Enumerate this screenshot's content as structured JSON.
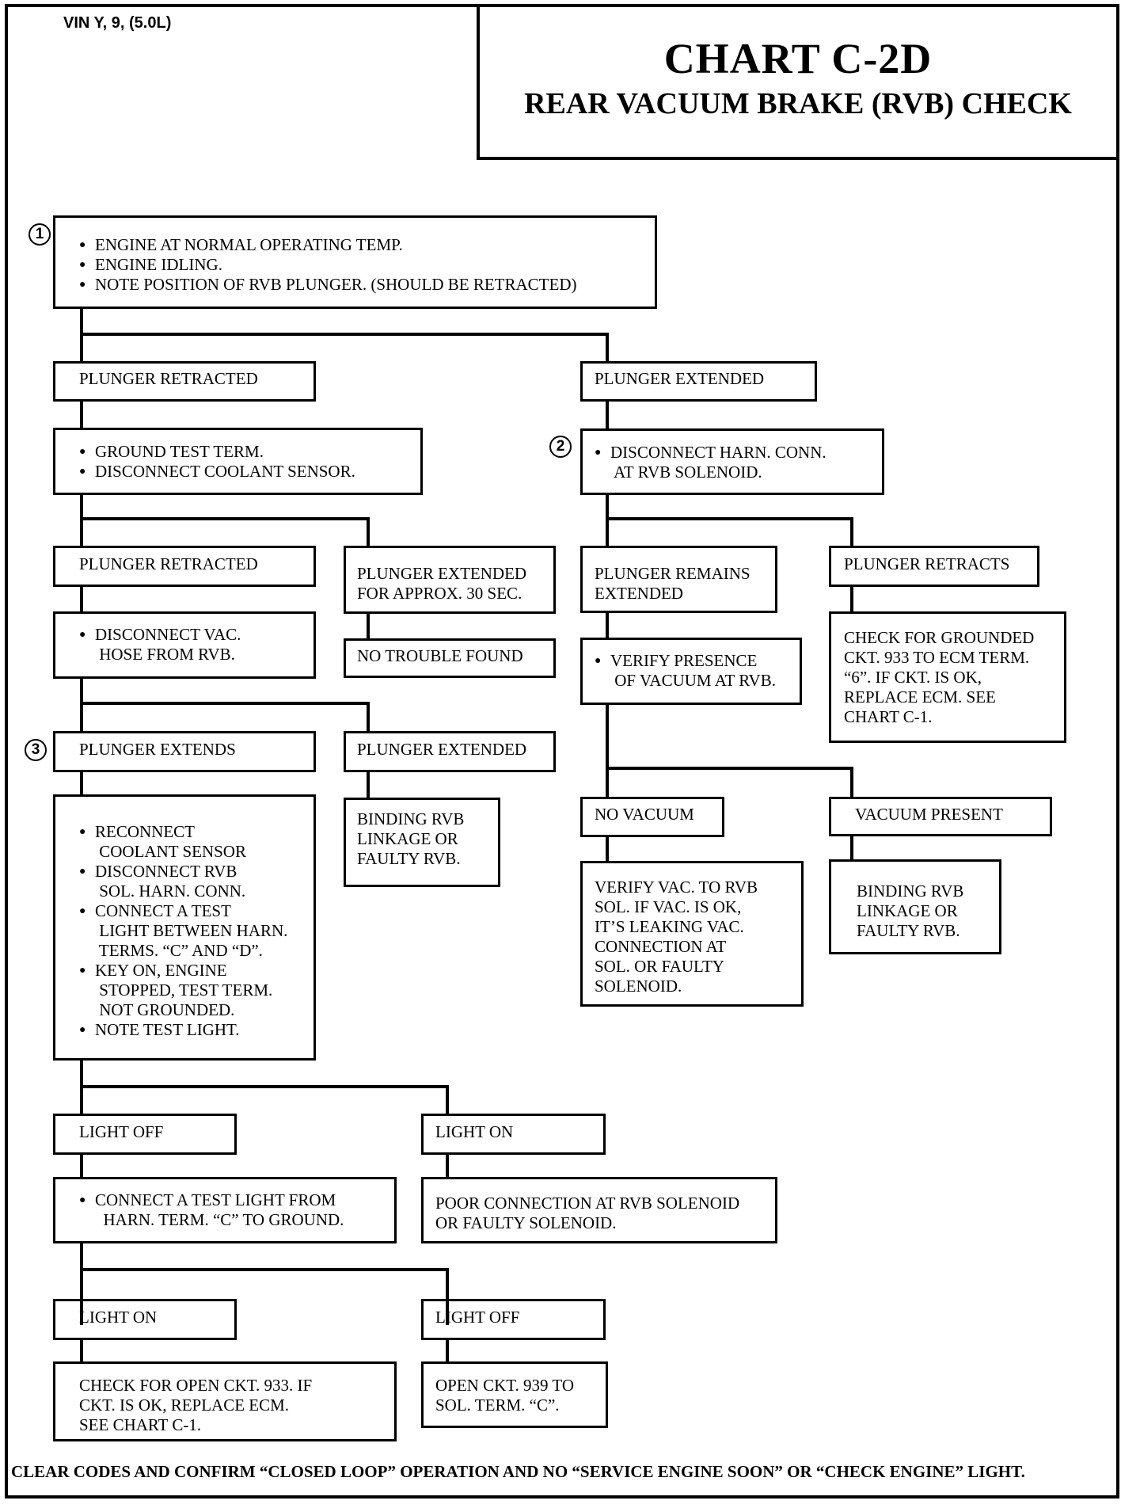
{
  "header": {
    "vin": "VIN Y, 9, (5.0L)",
    "title": "CHART C-2D",
    "subtitle": "REAR VACUUM BRAKE (RVB) CHECK"
  },
  "markers": [
    "1",
    "2",
    "3"
  ],
  "nodes": {
    "start": [
      "ENGINE AT NORMAL OPERATING TEMP.",
      "ENGINE IDLING.",
      "NOTE POSITION OF RVB PLUNGER. (SHOULD BE RETRACTED)"
    ],
    "plunger_retracted_1": "PLUNGER RETRACTED",
    "plunger_extended_1": "PLUNGER EXTENDED",
    "ground_test": [
      "GROUND TEST TERM.",
      "DISCONNECT COOLANT SENSOR."
    ],
    "disconnect_harn": [
      "DISCONNECT HARN. CONN.\n AT RVB SOLENOID."
    ],
    "plunger_retracted_2": "PLUNGER RETRACTED",
    "plunger_extended_30": [
      "PLUNGER EXTENDED",
      "FOR APPROX. 30 SEC."
    ],
    "plunger_remains": [
      "PLUNGER REMAINS",
      "EXTENDED"
    ],
    "plunger_retracts": "PLUNGER RETRACTS",
    "disconnect_vac": [
      "DISCONNECT VAC.\n HOSE FROM RVB."
    ],
    "no_trouble": "NO TROUBLE FOUND",
    "verify_presence": [
      "VERIFY PRESENCE\n OF VACUUM AT RVB."
    ],
    "check_grounded": [
      "CHECK FOR GROUNDED",
      "CKT. 933 TO ECM TERM.",
      "“6”. IF CKT. IS OK,",
      "REPLACE ECM. SEE",
      "CHART C-1."
    ],
    "plunger_extends": "PLUNGER EXTENDS",
    "plunger_extended_2": "PLUNGER EXTENDED",
    "binding_1": [
      "BINDING RVB",
      "LINKAGE OR",
      "FAULTY RVB."
    ],
    "no_vacuum": "NO VACUUM",
    "vacuum_present": "VACUUM PRESENT",
    "verify_vac": [
      "VERIFY VAC. TO RVB",
      "SOL. IF VAC. IS OK,",
      "IT’S LEAKING VAC.",
      "CONNECTION AT",
      "SOL. OR FAULTY",
      "SOLENOID."
    ],
    "binding_2": [
      "BINDING RVB",
      "LINKAGE OR",
      "FAULTY RVB."
    ],
    "reconnect": [
      "RECONNECT\n COOLANT SENSOR",
      "DISCONNECT RVB\n SOL. HARN. CONN.",
      "CONNECT A TEST\n LIGHT BETWEEN HARN.\n TERMS. “C” AND “D”.",
      "KEY ON, ENGINE\n STOPPED, TEST TERM.\n NOT GROUNDED.",
      "NOTE TEST LIGHT."
    ],
    "light_off_1": "LIGHT OFF",
    "light_on_1": "LIGHT ON",
    "connect_test": [
      "CONNECT A TEST LIGHT FROM\n  HARN. TERM. “C” TO GROUND."
    ],
    "poor_connection": [
      "POOR CONNECTION AT RVB SOLENOID",
      "OR FAULTY SOLENOID."
    ],
    "light_on_2": "LIGHT ON",
    "light_off_2": "LIGHT OFF",
    "check_open": [
      "CHECK FOR OPEN CKT. 933. IF",
      "CKT. IS OK, REPLACE ECM.",
      "SEE CHART C-1."
    ],
    "open_939": [
      "OPEN CKT. 939 TO",
      "SOL. TERM. “C”."
    ]
  },
  "footer": "CLEAR CODES AND CONFIRM “CLOSED LOOP” OPERATION AND NO “SERVICE ENGINE SOON” OR “CHECK ENGINE” LIGHT."
}
